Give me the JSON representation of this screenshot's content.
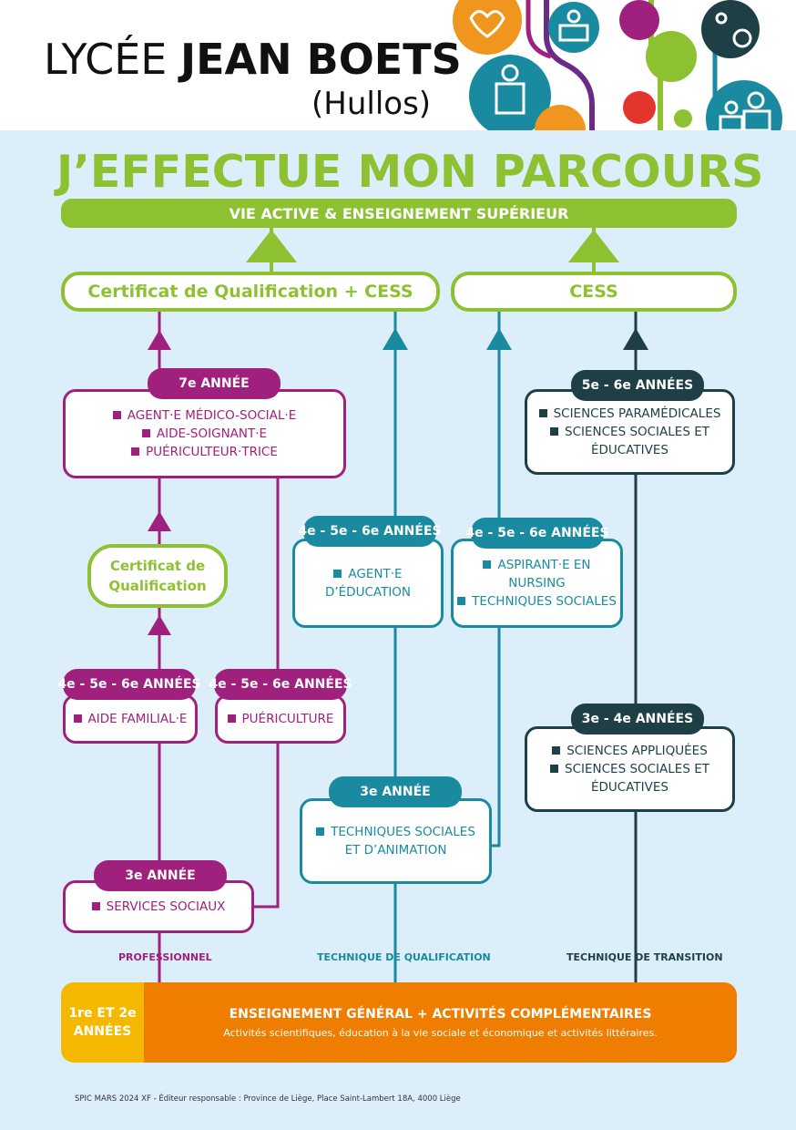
{
  "header": {
    "title_light": "LYCÉE ",
    "title_bold": "JEAN BOETS",
    "subtitle": "(Hullos)"
  },
  "main_title": "J’EFFECTUE MON PARCOURS",
  "top_bar": "VIE ACTIVE  &  ENSEIGNEMENT SUPÉRIEUR",
  "cert_cess": "Certificat de Qualification + CESS",
  "cess": "CESS",
  "professionnel": {
    "label": "PROFESSIONNEL",
    "year7": {
      "pill": "7e ANNÉE",
      "items": [
        "AGENT·E MÉDICO-SOCIAL·E",
        "AIDE-SOIGNANT·E",
        "PUÉRICULTEUR·TRICE"
      ]
    },
    "cert_qual": [
      "Certificat de",
      "Qualification"
    ],
    "years456_a": {
      "pill": "4e - 5e - 6e ANNÉES",
      "items": [
        "AIDE FAMILIAL·E"
      ]
    },
    "years456_b": {
      "pill": "4e - 5e - 6e ANNÉES",
      "items": [
        "PUÉRICULTURE"
      ]
    },
    "year3": {
      "pill": "3e ANNÉE",
      "items": [
        "SERVICES SOCIAUX"
      ]
    }
  },
  "technique_qualification": {
    "label": "TECHNIQUE DE QUALIFICATION",
    "years456_a": {
      "pill": "4e - 5e - 6e ANNÉES",
      "items": [
        "AGENT·E",
        "D’ÉDUCATION"
      ]
    },
    "years456_b": {
      "pill": "4e - 5e - 6e ANNÉES",
      "items": [
        "ASPIRANT·E EN",
        "NURSING",
        "TECHNIQUES SOCIALES"
      ]
    },
    "year3": {
      "pill": "3e ANNÉE",
      "items": [
        "TECHNIQUES SOCIALES",
        "ET D’ANIMATION"
      ]
    }
  },
  "technique_transition": {
    "label": "TECHNIQUE DE TRANSITION",
    "years56": {
      "pill": "5e - 6e ANNÉES",
      "items": [
        "SCIENCES PARAMÉDICALES",
        "SCIENCES SOCIALES ET",
        "ÉDUCATIVES"
      ]
    },
    "years34": {
      "pill": "3e - 4e ANNÉES",
      "items": [
        "SCIENCES APPLIQUÉES",
        "SCIENCES SOCIALES ET",
        "ÉDUCATIVES"
      ]
    }
  },
  "bottom": {
    "years_line1": "1re ET 2e",
    "years_line2": "ANNÉES",
    "heading": "ENSEIGNEMENT GÉNÉRAL + ACTIVITÉS COMPLÉMENTAIRES",
    "subtext": "Activités scientifiques, éducation à la vie sociale et économique et activités littéraires."
  },
  "footer": "SPIC MARS 2024 XF - Éditeur responsable : Province de Liège, Place Saint-Lambert 18A, 4000 Liège",
  "colors": {
    "green": "#8ec132",
    "magenta": "#a0207e",
    "teal": "#1a8aa0",
    "dark_teal": "#1d3f45",
    "orange": "#ee7d00",
    "yellow": "#f5b800",
    "panel": "#dbeef9"
  }
}
